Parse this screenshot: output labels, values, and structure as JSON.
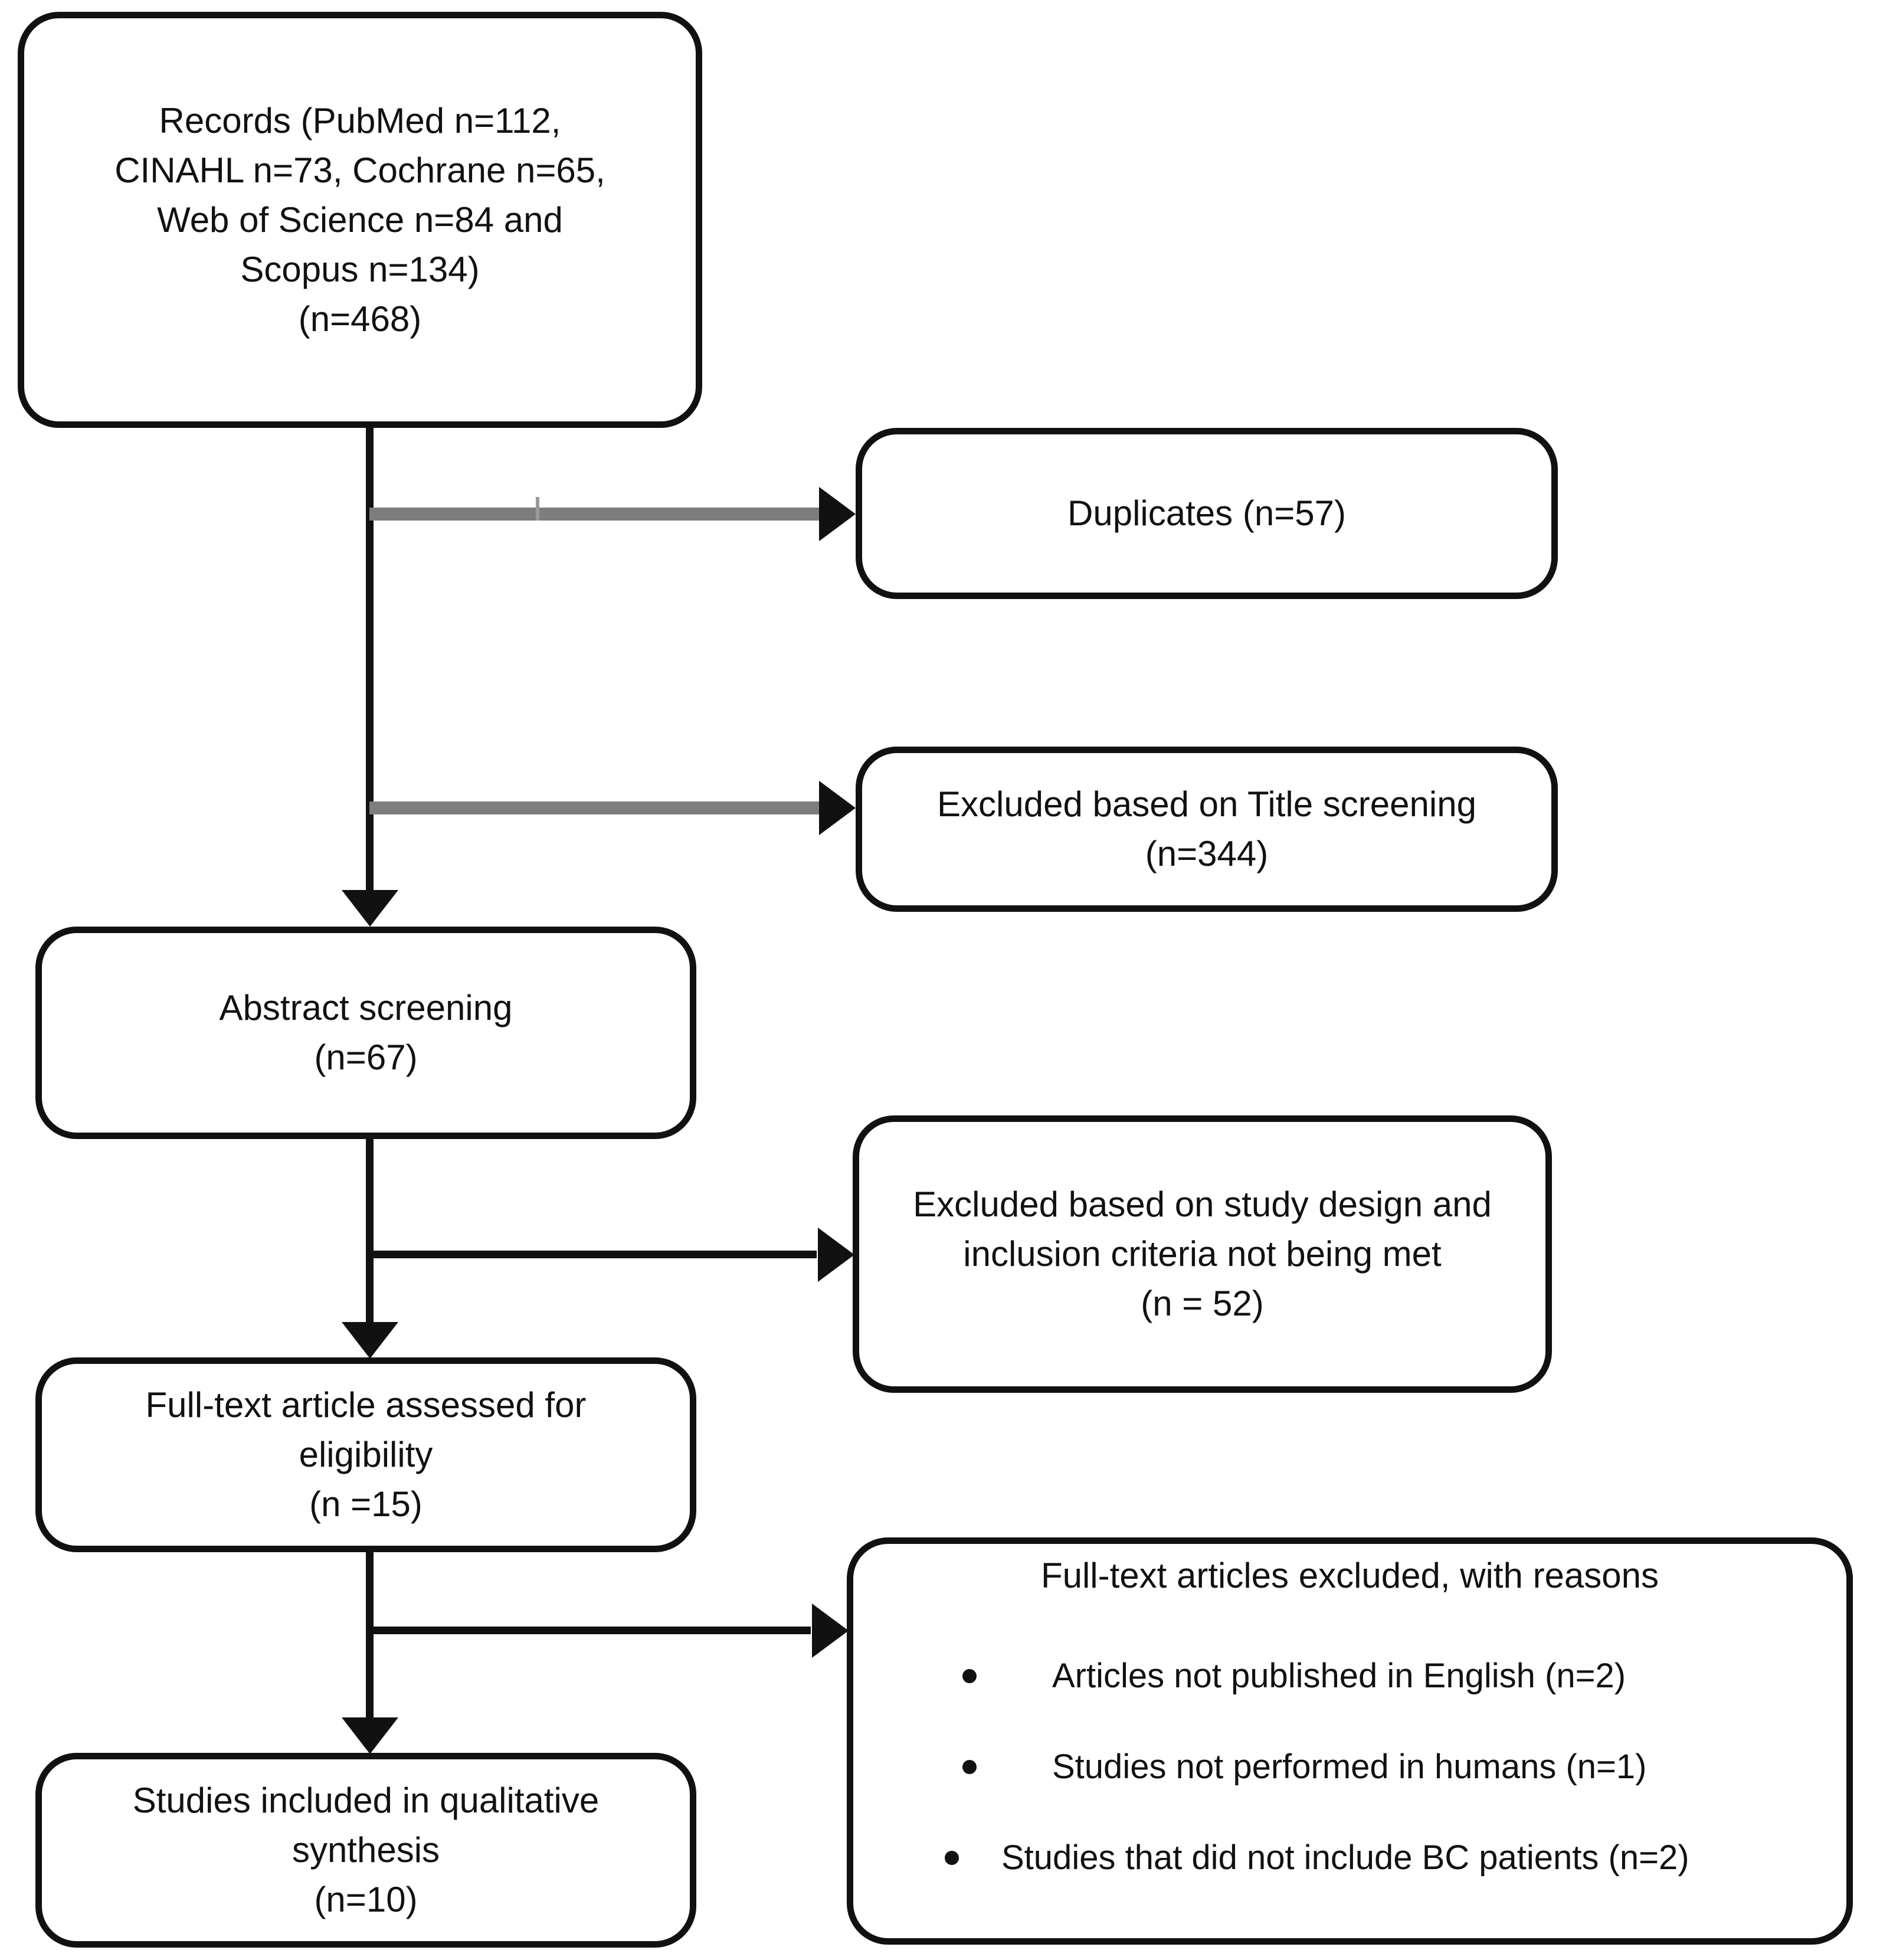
{
  "diagram": {
    "type": "prisma-flowchart",
    "colors": {
      "background": "#ffffff",
      "line": "#111111",
      "text": "#111111",
      "gray_arrow": "#7d7d7d"
    },
    "boxes": {
      "records": {
        "lines": [
          "Records (PubMed n=112,",
          "CINAHL n=73, Cochrane n=65,",
          "Web of Science n=84 and",
          "Scopus n=134)",
          "(n=468)"
        ]
      },
      "duplicates": {
        "lines": [
          "Duplicates (n=57)"
        ]
      },
      "title_screening_excluded": {
        "lines": [
          "Excluded based on Title screening",
          "(n=344)"
        ]
      },
      "abstract_screening": {
        "lines": [
          "Abstract screening",
          "(n=67)"
        ]
      },
      "design_excluded": {
        "lines": [
          "Excluded based on study design and",
          "inclusion criteria not being met",
          "(n = 52)"
        ]
      },
      "fulltext_assessed": {
        "lines": [
          "Full-text article assessed for",
          "eligibility",
          "(n =15)"
        ]
      },
      "fulltext_excluded": {
        "title": "Full-text articles excluded, with reasons",
        "bullets": [
          "Articles not published in English (n=2)",
          "Studies not performed in humans (n=1)",
          "Studies that did not include BC patients (n=2)"
        ]
      },
      "included": {
        "lines": [
          "Studies included in qualitative",
          "synthesis",
          "(n=10)"
        ]
      }
    }
  }
}
